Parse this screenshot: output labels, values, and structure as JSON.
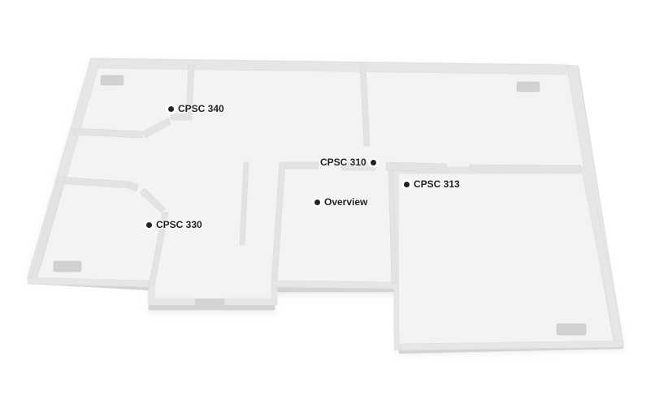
{
  "hotspots": {
    "cpsc340": {
      "label": "CPSC 340"
    },
    "cpsc310": {
      "label": "CPSC 310"
    },
    "cpsc313": {
      "label": "CPSC 313"
    },
    "overview": {
      "label": "Overview"
    },
    "cpsc330": {
      "label": "CPSC 330"
    }
  },
  "colors": {
    "floor": "#f3f3f3",
    "wall_top": "#e4e4e4",
    "wall_face": "#d2d2d2",
    "marker": "#222222",
    "label": "#1e1e1e"
  },
  "icons": {
    "hotspot_marker": "filled-circle",
    "corner_device": "rounded-rectangle"
  }
}
